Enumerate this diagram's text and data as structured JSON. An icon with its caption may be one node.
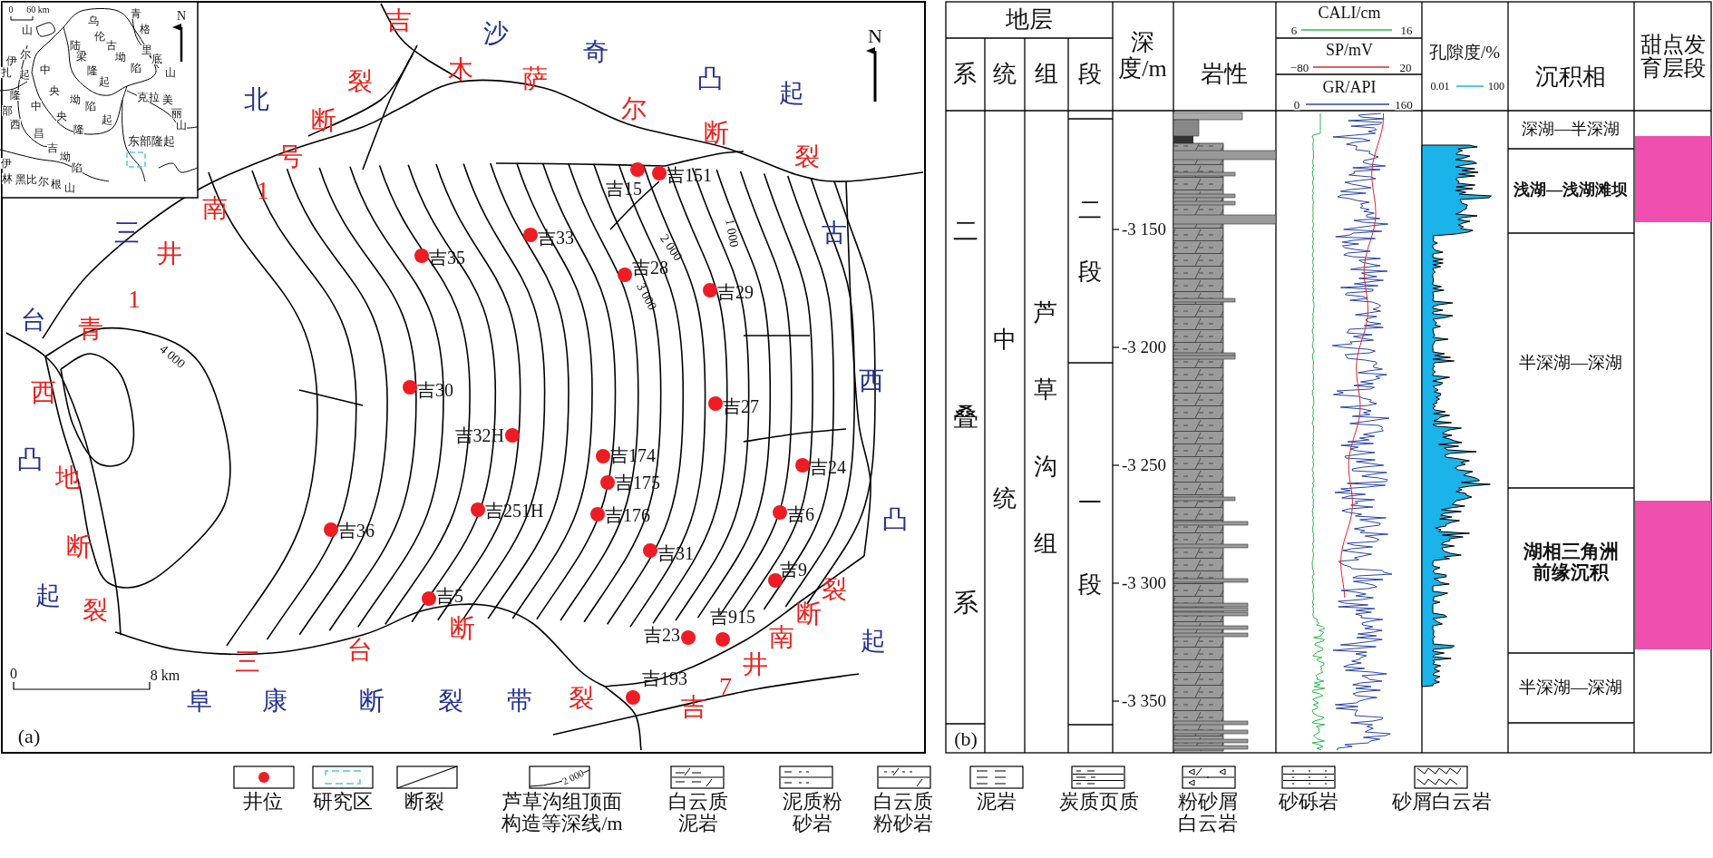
{
  "diagram": {
    "labels": [
      "0",
      "60 km",
      "扎伊尔山",
      "伊林黑比尔根山",
      "西部隆起",
      "中央隆起",
      "昌吉坳陷",
      "中央坳陷",
      "陆梁隆起",
      "乌伦古坳陷",
      "东部隆起",
      "青格里底山",
      "克拉美丽山",
      "N",
      "吉木萨尔断裂",
      "沙奇凸起",
      "N",
      "北三台凸起",
      "青1井南1号断裂",
      "古西凸起",
      "西地断裂",
      "吉15",
      "吉151",
      "吉33",
      "吉35",
      "吉28",
      "吉29",
      "吉30",
      "吉32H",
      "吉27",
      "吉174",
      "吉24",
      "吉175",
      "吉251H",
      "吉176",
      "吉36",
      "吉6",
      "吉31",
      "吉9",
      "吉5",
      "吉23",
      "吉915",
      "吉193",
      "4 000",
      "3 000",
      "2 000",
      "1 000",
      "三台断裂",
      "阜康断裂带",
      "吉7井南断裂",
      "0",
      "8 km",
      "(a)",
      "地层",
      "系",
      "统",
      "组",
      "段",
      "深度/m",
      "岩性",
      "CALI/cm",
      "6",
      "16",
      "SP/mV",
      "−80",
      "20",
      "GR/API",
      "0",
      "160",
      "孔隙度/%",
      "0.01",
      "100",
      "沉积相",
      "甜点发育层段",
      "二叠系",
      "中统",
      "芦草沟组",
      "二段",
      "一段",
      "-3 150",
      "-3 200",
      "-3 250",
      "-3 300",
      "-3 350",
      "深湖—半深湖",
      "浅湖—浅湖滩坝",
      "半深湖—深湖",
      "湖相三角洲前缘沉积",
      "半深湖—深湖",
      "(b)",
      "2 000"
    ],
    "legend": [
      {
        "text": "井位"
      },
      {
        "text": "研究区"
      },
      {
        "text": "断裂"
      },
      {
        "text": "芦草沟组顶面构造等深线/m"
      },
      {
        "text": "白云质泥岩"
      },
      {
        "text": "泥质粉砂岩"
      },
      {
        "text": "白云质粉砂岩"
      },
      {
        "text": "泥岩"
      },
      {
        "text": "炭质页质"
      },
      {
        "text": "粉砂屑白云岩"
      },
      {
        "text": "砂砾岩"
      },
      {
        "text": "砂屑白云岩"
      }
    ]
  }
}
